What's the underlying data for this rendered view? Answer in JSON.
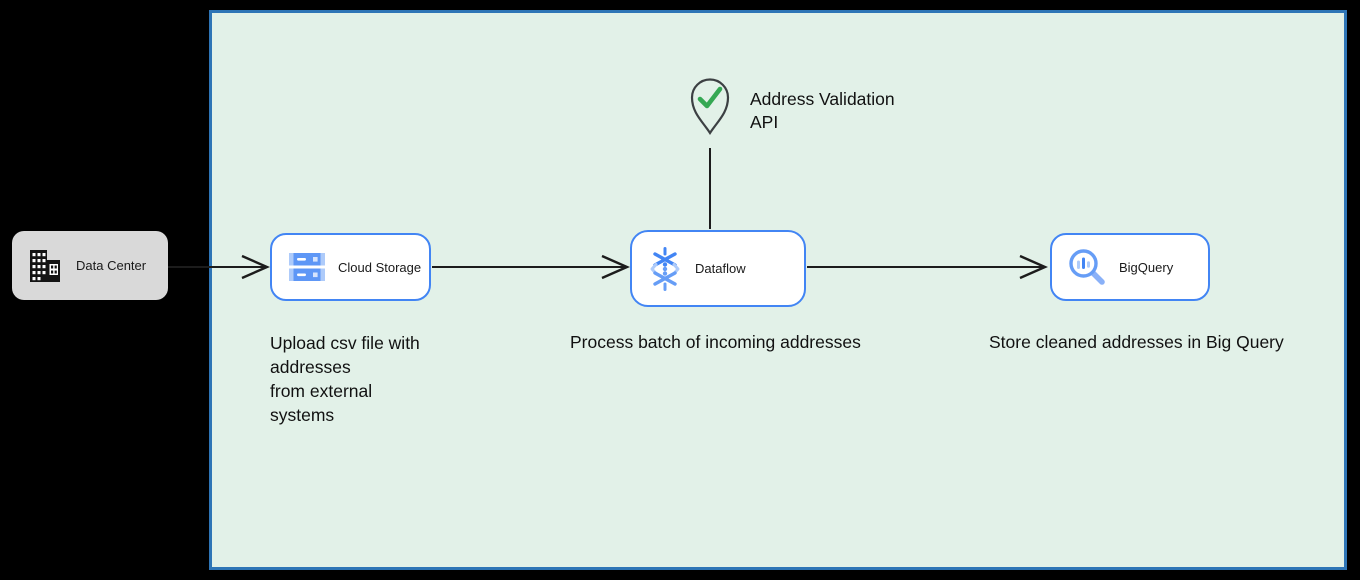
{
  "colors": {
    "accent_blue": "#4285f4",
    "icon_light_blue": "#aecbfa",
    "icon_mid_blue": "#669df6",
    "canvas_fill": "#e2f1e8",
    "canvas_border": "#2e75b6",
    "check_green": "#34a853",
    "node_gray_fill": "#d9d9d9",
    "ink": "#111111"
  },
  "nodes": {
    "data_center": {
      "label": "Data Center",
      "icon": "building-icon"
    },
    "cloud_storage": {
      "label": "Cloud Storage",
      "icon": "cloud-storage-icon"
    },
    "dataflow": {
      "label": "Dataflow",
      "icon": "dataflow-icon"
    },
    "bigquery": {
      "label": "BigQuery",
      "icon": "bigquery-icon"
    }
  },
  "annotations": {
    "api_label": "Address Validation\nAPI",
    "api_icon": "map-pin-check-icon",
    "cloud_storage_caption": "Upload csv file with\naddresses\nfrom external\nsystems",
    "dataflow_caption": "Process batch of incoming addresses",
    "bigquery_caption": "Store cleaned addresses in Big Query"
  }
}
